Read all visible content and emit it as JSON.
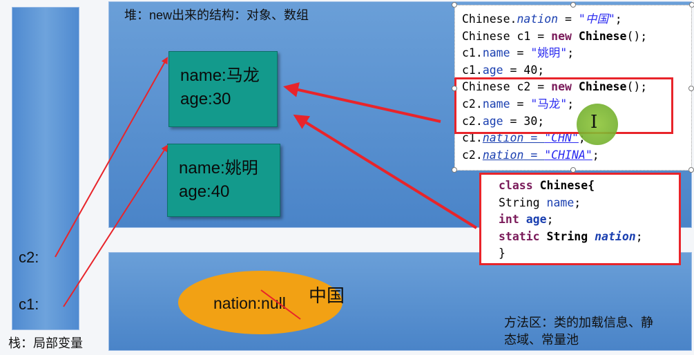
{
  "stack": {
    "label": "栈：局部变量",
    "c2": "c2:",
    "c1": "c1:"
  },
  "heap": {
    "label": "堆：new出来的结构：对象、数组",
    "obj1": {
      "name": "name:马龙",
      "age": "age:30"
    },
    "obj2": {
      "name": "name:姚明",
      "age": "age:40"
    }
  },
  "method_area": {
    "label_line1": "方法区：类的加载信息、静",
    "label_line2": "态域、常量池",
    "nation": "nation:null",
    "nation_new": "中国"
  },
  "code": {
    "line1": {
      "a": "Chinese.",
      "b": "nation",
      "c": " = ",
      "d": "\"中国\"",
      "e": ";"
    },
    "line2": {
      "a": "Chinese c1 = ",
      "b": "new",
      "c": " ",
      "d": "Chinese",
      "e": "();"
    },
    "line3": {
      "a": "c1.",
      "b": "name",
      "c": " = ",
      "d": "\"姚明\"",
      "e": ";"
    },
    "line4": {
      "a": "c1.",
      "b": "age",
      "c": " = 40;"
    },
    "line5": {
      "a": "Chinese c2 = ",
      "b": "new",
      "c": " ",
      "d": "Chinese",
      "e": "();"
    },
    "line6": {
      "a": "c2.",
      "b": "name",
      "c": " = ",
      "d": "\"马龙\"",
      "e": ";"
    },
    "line7": {
      "a": "c2.",
      "b": "age",
      "c": " = 30;"
    },
    "line8": {
      "a": "c1.",
      "b": "nation",
      "c": " = ",
      "d": "\"CHN\"",
      "e": ";"
    },
    "line9": {
      "a": "c2.",
      "b": "nation",
      "c": " = ",
      "d": "\"CHINA\"",
      "e": ";"
    }
  },
  "class_def": {
    "line1": {
      "a": "class",
      "b": " ",
      "c": "Chinese",
      "d": "{"
    },
    "line2": {
      "a": "String ",
      "b": "name",
      "c": ";"
    },
    "line3": {
      "a": "int",
      "b": " ",
      "c": "age",
      "d": ";"
    },
    "line4": {
      "a": "static",
      "b": " ",
      "c": "String",
      "d": " ",
      "e": "nation",
      "f": ";"
    },
    "line5": {
      "a": "}"
    }
  },
  "colors": {
    "arrow": "#e8242a",
    "highlight": "#e8242a",
    "object": "#139a8c",
    "ellipse": "#f2a114",
    "panel": "#5b93d3"
  }
}
